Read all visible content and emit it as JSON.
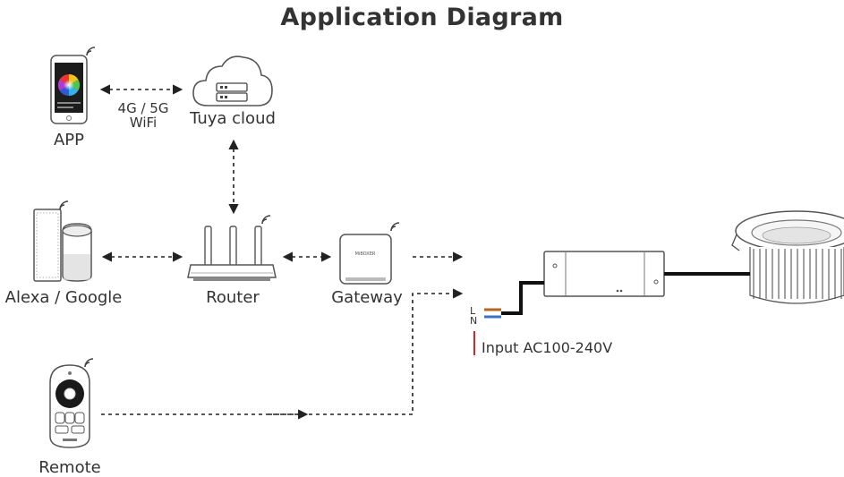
{
  "title": "Application Diagram",
  "nodes": {
    "app": "APP",
    "cloud": "Tuya cloud",
    "voice": "Alexa / Google",
    "router": "Router",
    "gateway": "Gateway",
    "remote": "Remote"
  },
  "link_app_cloud": [
    "4G / 5G",
    "WiFi"
  ],
  "power": {
    "label": "Input AC100-240V",
    "terminal_l": "L",
    "terminal_n": "N",
    "wire_red": "#d9242b",
    "wire_blue": "#3a74c4",
    "wire_brown": "#b5651d"
  },
  "device_badge": "MiBOXER",
  "colors": {
    "line": "#333333",
    "device_fill": "#ffffff",
    "device_stroke": "#555555"
  }
}
